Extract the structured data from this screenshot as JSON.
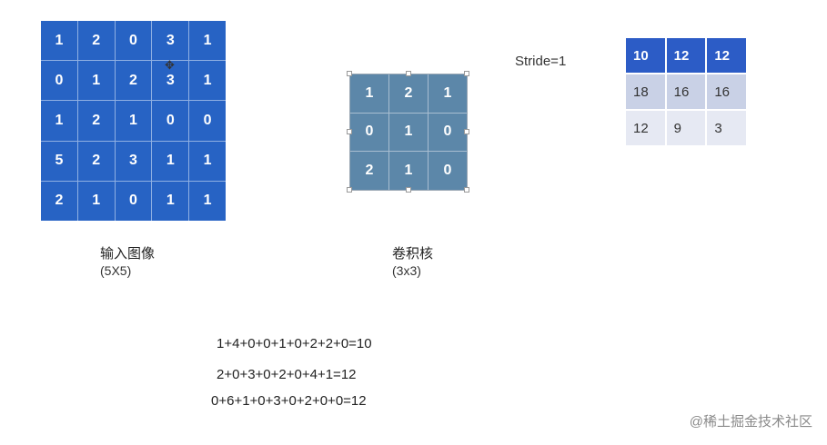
{
  "input": {
    "rows": [
      [
        "1",
        "2",
        "0",
        "3",
        "1"
      ],
      [
        "0",
        "1",
        "2",
        "3",
        "1"
      ],
      [
        "1",
        "2",
        "1",
        "0",
        "0"
      ],
      [
        "5",
        "2",
        "3",
        "1",
        "1"
      ],
      [
        "2",
        "1",
        "0",
        "1",
        "1"
      ]
    ],
    "caption": "输入图像",
    "size": "(5X5)"
  },
  "kernel": {
    "rows": [
      [
        "1",
        "2",
        "1"
      ],
      [
        "0",
        "1",
        "0"
      ],
      [
        "2",
        "1",
        "0"
      ]
    ],
    "caption": "卷积核",
    "size": "(3x3)"
  },
  "stride": "Stride=1",
  "output": {
    "rows": [
      [
        "10",
        "12",
        "12"
      ],
      [
        "18",
        "16",
        "16"
      ],
      [
        "12",
        "9",
        "3"
      ]
    ]
  },
  "equations": [
    "1+4+0+0+1+0+2+2+0=10",
    "2+0+3+0+2+0+4+1=12",
    "0+6+1+0+3+0+2+0+0=12"
  ],
  "watermark": "@稀土掘金技术社区",
  "colors": {
    "input_cell": "#2763c4",
    "kernel_cell": "#5c87a9",
    "output_header": "#2c5cc6",
    "output_row2": "#c9d1e6",
    "output_row3": "#e6e9f3"
  },
  "icons": {
    "cursor": "move-cursor-icon"
  }
}
